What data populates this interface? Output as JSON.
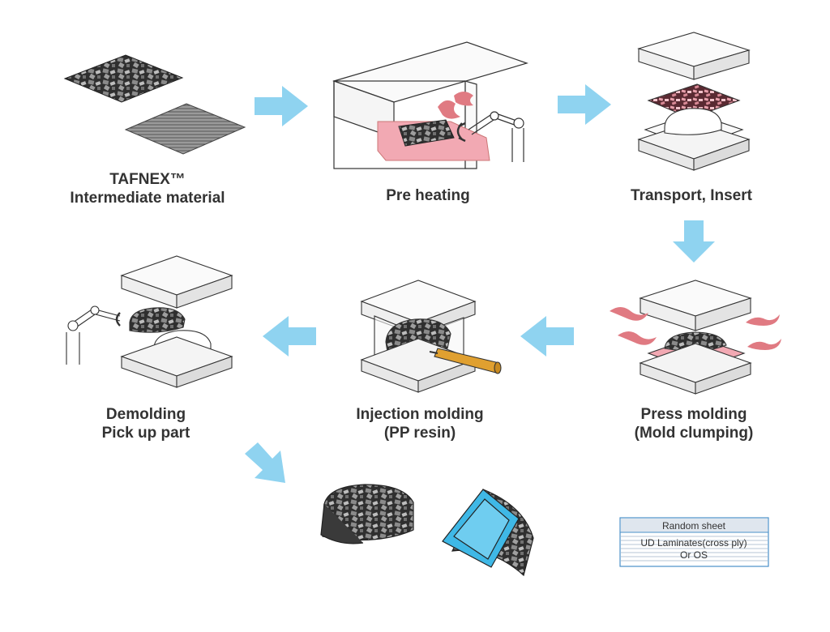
{
  "steps": [
    {
      "line1": "TAFNEX™",
      "line2": "Intermediate material"
    },
    {
      "line1": "Pre heating",
      "line2": ""
    },
    {
      "line1": "Transport, Insert",
      "line2": ""
    },
    {
      "line1": "Press molding",
      "line2": "(Mold clumping)"
    },
    {
      "line1": "Injection molding",
      "line2": "(PP resin)"
    },
    {
      "line1": "Demolding",
      "line2": "Pick up part"
    }
  ],
  "legend": {
    "random_sheet": "Random sheet",
    "ud_line1": "UD Laminates(cross ply)",
    "ud_line2": "Or OS"
  },
  "colors": {
    "arrow": "#8fd3f0",
    "heat_pink": "#f2a9b3",
    "flame": "#e07a82",
    "mesh_dark": "#3a3a3a",
    "blue_part": "#3fb8e6",
    "nozzle": "#e0a030"
  }
}
